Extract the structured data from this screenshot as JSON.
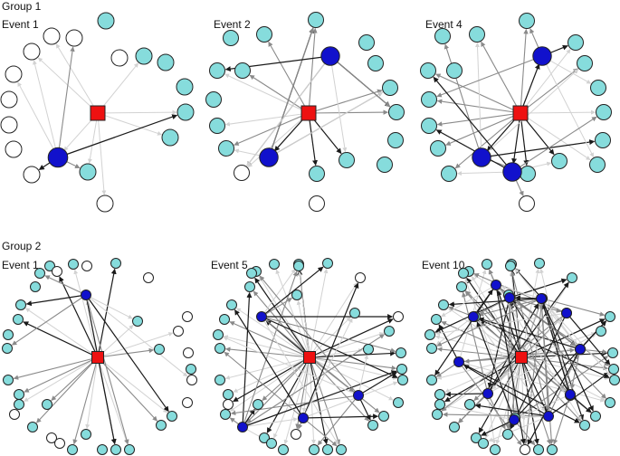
{
  "groups": [
    {
      "label": "Group 1",
      "panels": [
        {
          "event_label": "Event 1",
          "nodes": [
            "empty",
            "empty",
            "cyan",
            "empty",
            "empty",
            "cyan",
            "empty",
            "cyan",
            "empty",
            "cyan",
            "empty",
            "cyan",
            "empty",
            "cyan",
            "empty",
            "empty",
            "cyan",
            "blue"
          ],
          "edges": [
            {
              "to": 16,
              "shade": "light"
            },
            {
              "to": 13,
              "shade": "light"
            },
            {
              "to": 11,
              "shade": "light"
            },
            {
              "to": 5,
              "shade": "light"
            },
            {
              "to": 0,
              "shade": "light"
            },
            {
              "to": 3,
              "shade": "light"
            },
            {
              "to": 15,
              "shade": "light"
            },
            {
              "to": 17,
              "shade": "light"
            }
          ]
        },
        {
          "event_label": "Event 2",
          "nodes": [
            "cyan",
            "cyan",
            "cyan",
            "cyan",
            "cyan",
            "cyan",
            "cyan",
            "cyan",
            "cyan",
            "cyan",
            "cyan",
            "cyan",
            "cyan",
            "cyan",
            "empty",
            "empty",
            "cyan",
            "blue",
            "blue",
            "cyan"
          ],
          "edges": [
            {
              "to": 0,
              "shade": "mid"
            },
            {
              "to": 2,
              "shade": "mid"
            },
            {
              "to": 5,
              "shade": "mid"
            },
            {
              "to": 7,
              "shade": "mid"
            },
            {
              "to": 9,
              "shade": "mid"
            },
            {
              "to": 12,
              "shade": "mid"
            },
            {
              "to": 16,
              "shade": "dark"
            },
            {
              "to": 19,
              "shade": "dark"
            },
            {
              "to": 17,
              "shade": "dark"
            },
            {
              "to": 4,
              "shade": "light"
            },
            {
              "to": 10,
              "shade": "light"
            },
            {
              "to": 14,
              "shade": "light"
            }
          ]
        },
        {
          "event_label": "Event 4",
          "nodes": [
            "cyan",
            "cyan",
            "cyan",
            "cyan",
            "cyan",
            "cyan",
            "cyan",
            "cyan",
            "cyan",
            "cyan",
            "cyan",
            "cyan",
            "cyan",
            "cyan",
            "cyan",
            "empty",
            "cyan",
            "blue",
            "blue",
            "blue",
            "cyan"
          ],
          "edges": [
            {
              "to": 0,
              "shade": "mid"
            },
            {
              "to": 2,
              "shade": "mid"
            },
            {
              "to": 4,
              "shade": "mid"
            },
            {
              "to": 6,
              "shade": "mid"
            },
            {
              "to": 8,
              "shade": "mid"
            },
            {
              "to": 10,
              "shade": "mid"
            },
            {
              "to": 12,
              "shade": "mid"
            },
            {
              "to": 14,
              "shade": "mid"
            },
            {
              "to": 16,
              "shade": "dark"
            },
            {
              "to": 17,
              "shade": "dark"
            },
            {
              "to": 18,
              "shade": "dark"
            },
            {
              "to": 19,
              "shade": "dark"
            },
            {
              "to": 20,
              "shade": "dark"
            },
            {
              "to": 3,
              "shade": "light"
            },
            {
              "to": 9,
              "shade": "light"
            },
            {
              "to": 13,
              "shade": "light"
            }
          ]
        }
      ]
    },
    {
      "label": "Group 2",
      "panels": [
        {
          "event_label": "Event 1",
          "nodes": [
            "cyan",
            "cyan",
            "empty",
            "cyan",
            "cyan",
            "empty",
            "cyan",
            "cyan",
            "empty",
            "cyan",
            "empty",
            "cyan",
            "cyan",
            "cyan",
            "empty",
            "cyan",
            "empty",
            "empty",
            "cyan",
            "cyan",
            "empty",
            "cyan",
            "empty",
            "cyan",
            "cyan",
            "cyan",
            "cyan",
            "cyan",
            "empty",
            "cyan",
            "cyan",
            "cyan",
            "empty",
            "cyan",
            "blue",
            "cyan"
          ],
          "edges": [
            {
              "to": 2,
              "shade": "dark"
            },
            {
              "to": 6,
              "shade": "dark"
            },
            {
              "to": 11,
              "shade": "mid"
            },
            {
              "to": 13,
              "shade": "mid"
            },
            {
              "to": 18,
              "shade": "mid"
            },
            {
              "to": 21,
              "shade": "mid"
            },
            {
              "to": 23,
              "shade": "mid"
            },
            {
              "to": 25,
              "shade": "mid"
            },
            {
              "to": 27,
              "shade": "mid"
            },
            {
              "to": 29,
              "shade": "dark"
            },
            {
              "to": 31,
              "shade": "mid"
            },
            {
              "to": 0,
              "shade": "light"
            },
            {
              "to": 4,
              "shade": "light"
            },
            {
              "to": 8,
              "shade": "light"
            },
            {
              "to": 15,
              "shade": "light"
            },
            {
              "to": 19,
              "shade": "light"
            },
            {
              "to": 24,
              "shade": "light"
            },
            {
              "to": 33,
              "shade": "light"
            },
            {
              "to": 34,
              "shade": "light"
            },
            {
              "to": 35,
              "shade": "light"
            }
          ]
        },
        {
          "event_label": "Event 5",
          "nodes": [
            "cyan",
            "cyan",
            "cyan",
            "cyan",
            "cyan",
            "empty",
            "cyan",
            "cyan",
            "cyan",
            "cyan",
            "cyan",
            "cyan",
            "cyan",
            "cyan",
            "cyan",
            "empty",
            "cyan",
            "cyan",
            "blue",
            "cyan",
            "cyan",
            "cyan",
            "cyan",
            "cyan",
            "cyan",
            "cyan",
            "cyan",
            "cyan",
            "empty",
            "cyan",
            "cyan",
            "cyan",
            "cyan",
            "empty",
            "cyan",
            "blue",
            "blue",
            "blue",
            "cyan"
          ],
          "edges": "dense"
        },
        {
          "event_label": "Event 10",
          "nodes": [
            "cyan",
            "cyan",
            "cyan",
            "cyan",
            "cyan",
            "cyan",
            "cyan",
            "cyan",
            "cyan",
            "cyan",
            "cyan",
            "cyan",
            "cyan",
            "cyan",
            "cyan",
            "cyan",
            "cyan",
            "cyan",
            "cyan",
            "cyan",
            "cyan",
            "cyan",
            "cyan",
            "cyan",
            "cyan",
            "cyan",
            "empty",
            "cyan",
            "cyan",
            "cyan",
            "cyan",
            "cyan",
            "cyan",
            "cyan",
            "cyan",
            "cyan",
            "cyan",
            "cyan",
            "cyan",
            "blue",
            "blue",
            "blue",
            "blue",
            "blue",
            "blue",
            "blue",
            "blue",
            "blue",
            "blue",
            "blue",
            "blue"
          ],
          "edges": "dense"
        }
      ]
    }
  ],
  "colors": {
    "center": "#ee1111",
    "cyan": "#86dcdc",
    "blue": "#1111cc",
    "empty": "#ffffff",
    "stroke": "#222222",
    "edge_light": "#d2d2d2",
    "edge_mid": "#8a8a8a",
    "edge_dark": "#1a1a1a"
  }
}
